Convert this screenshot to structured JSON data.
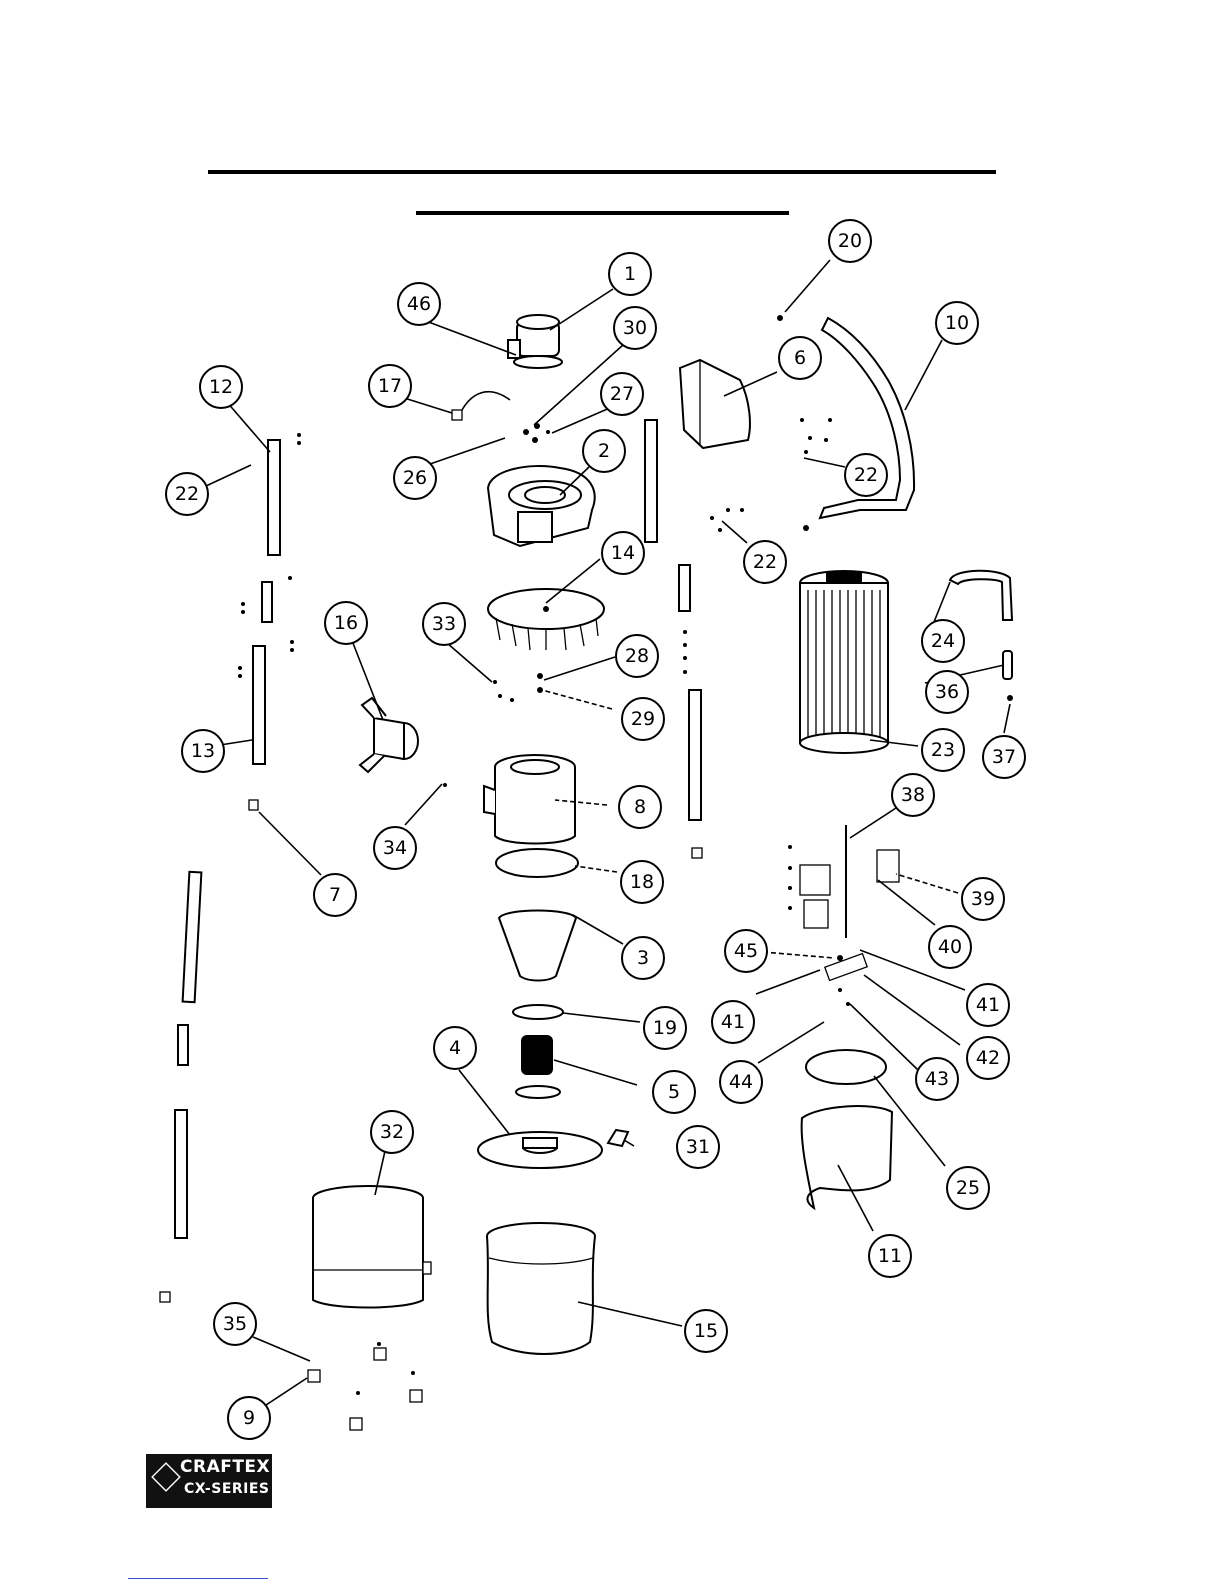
{
  "diagram": {
    "callouts": [
      "1",
      "2",
      "3",
      "4",
      "5",
      "6",
      "7",
      "8",
      "9",
      "10",
      "11",
      "12",
      "13",
      "14",
      "15",
      "16",
      "17",
      "18",
      "19",
      "20",
      "22",
      "22",
      "22",
      "22",
      "23",
      "24",
      "25",
      "26",
      "27",
      "28",
      "29",
      "30",
      "31",
      "32",
      "33",
      "34",
      "35",
      "36",
      "37",
      "38",
      "39",
      "40",
      "41",
      "41",
      "42",
      "43",
      "44",
      "45",
      "46"
    ]
  },
  "logo": {
    "line1": "CRAFTEX",
    "line2": "CX-SERIES"
  }
}
